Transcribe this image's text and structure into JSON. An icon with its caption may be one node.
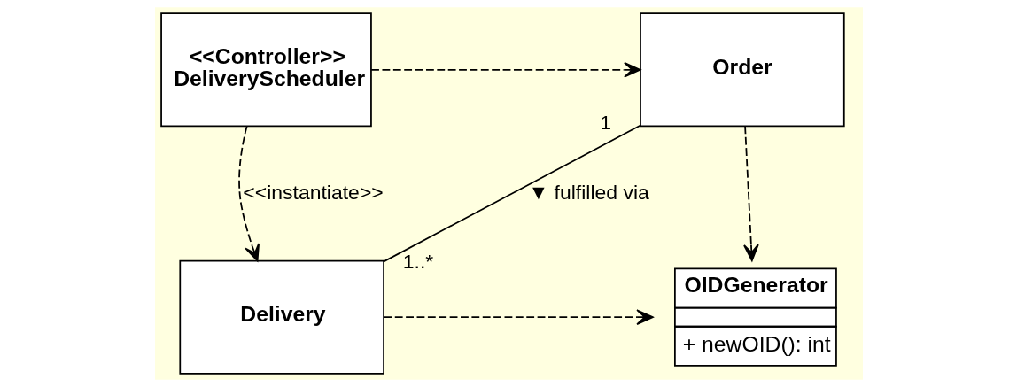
{
  "diagram": {
    "nodes": [
      {
        "text": [
          "<<Controller>>",
          "DeliveryScheduler"
        ]
      },
      {
        "text": [
          "Order"
        ]
      },
      {
        "text": [
          "Delivery"
        ]
      },
      {
        "text": [
          "OIDGenerator",
          "+ newOID(): int"
        ]
      }
    ],
    "edges": [
      {
        "from": 0,
        "to": 1,
        "arrow": "to",
        "style": "dashed"
      },
      {
        "from": 1,
        "to": 2,
        "arrow": "none",
        "label": "▼ fulfilled via"
      },
      {
        "from": 0,
        "to": 2,
        "arrow": "to",
        "style": "dashed",
        "label": "<<instantiate>>"
      },
      {
        "from": 1,
        "to": 3,
        "arrow": "to",
        "style": "dashed"
      },
      {
        "from": 2,
        "to": 3,
        "arrow": "to",
        "style": "dashed"
      }
    ],
    "labels": [
      "1",
      "1..*"
    ]
  }
}
